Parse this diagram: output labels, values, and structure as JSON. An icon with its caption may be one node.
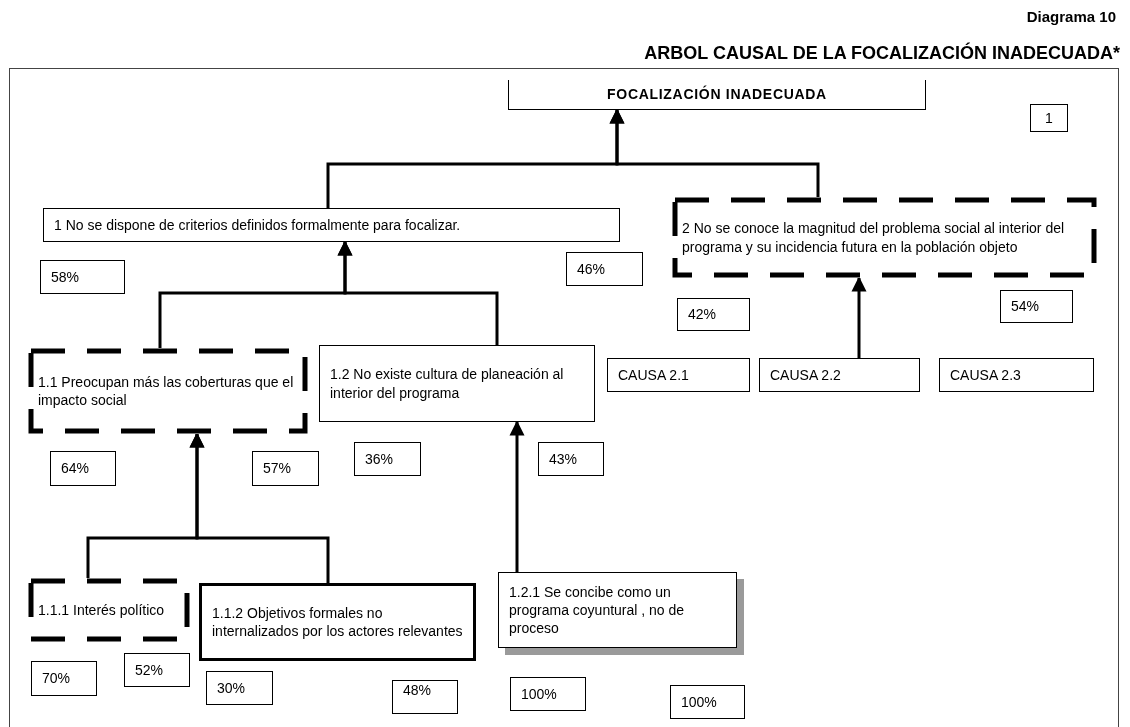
{
  "diagram": {
    "title": "ARBOL CAUSAL DE LA FOCALIZACIÓN INADECUADA*",
    "nodes": [
      {
        "text": [
          "FOCALIZACIÓN INADECUADA"
        ]
      },
      {
        "text": [
          "1"
        ]
      },
      {
        "text": [
          "1 No se dispone de criterios  definidos formalmente para focalizar."
        ]
      },
      {
        "text": [
          "2 No se conoce  la magnitud  del problema social al interior del programa y su incidencia futura en la población objeto"
        ]
      },
      {
        "text": [
          "58%"
        ]
      },
      {
        "text": [
          "46%"
        ]
      },
      {
        "text": [
          "42%"
        ]
      },
      {
        "text": [
          "54%"
        ]
      },
      {
        "text": [
          "1.1 Preocupan más las coberturas que el impacto social"
        ]
      },
      {
        "text": [
          "1.2 No existe  cultura de planeación al interior del programa"
        ]
      },
      {
        "text": [
          "CAUSA  2.1"
        ]
      },
      {
        "text": [
          "CAUSA    2.2"
        ]
      },
      {
        "text": [
          "CAUSA    2.3"
        ]
      },
      {
        "text": [
          "64%"
        ]
      },
      {
        "text": [
          "57%"
        ]
      },
      {
        "text": [
          "36%"
        ]
      },
      {
        "text": [
          "43%"
        ]
      },
      {
        "text": [
          "1.1.1 Interés político"
        ]
      },
      {
        "text": [
          "1.1.2 Objetivos formales no internalizados por los actores relevantes"
        ]
      },
      {
        "text": [
          "1.2.1 Se concibe como un programa coyuntural , no de proceso"
        ]
      },
      {
        "text": [
          "70%"
        ]
      },
      {
        "text": [
          "52%"
        ]
      },
      {
        "text": [
          "30%"
        ]
      },
      {
        "text": [
          "48%"
        ]
      },
      {
        "text": [
          "100%"
        ]
      },
      {
        "text": [
          "100%"
        ]
      }
    ],
    "edges": [
      {
        "from": 2,
        "to": 0,
        "arrow": "to"
      },
      {
        "from": 3,
        "to": 0,
        "arrow": "to"
      },
      {
        "from": 8,
        "to": 2,
        "arrow": "to"
      },
      {
        "from": 9,
        "to": 2,
        "arrow": "to"
      },
      {
        "from": 17,
        "to": 8,
        "arrow": "to"
      },
      {
        "from": 18,
        "to": 8,
        "arrow": "to"
      },
      {
        "from": 19,
        "to": 9,
        "arrow": "to"
      },
      {
        "from": 11,
        "to": 3,
        "arrow": "to"
      }
    ],
    "labels": [
      "Diagrama 10"
    ]
  }
}
